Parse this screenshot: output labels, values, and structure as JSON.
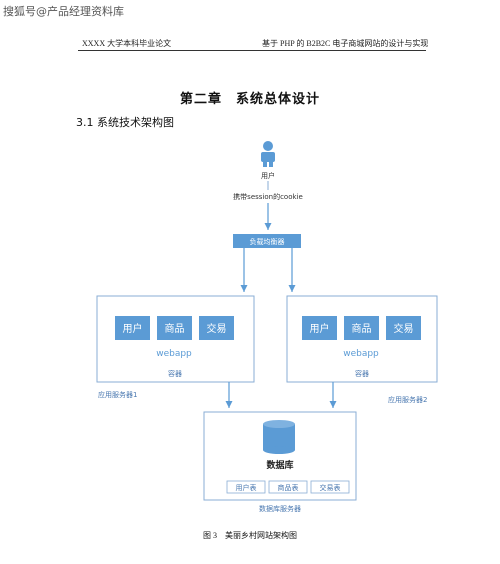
{
  "watermark": "搜狐号@产品经理资料库",
  "header": {
    "left": "XXXX 大学本科毕业论文",
    "right": "基于 PHP 的 B2B2C 电子商城网站的设计与实现"
  },
  "chapter_title": "第二章　系统总体设计",
  "section_title": "3.1 系统技术架构图",
  "diagram": {
    "user_label": "用户",
    "session_note": "携带session的cookie",
    "load_balancer": "负载均衡器",
    "app_servers": [
      {
        "modules": [
          "用户",
          "商品",
          "交易"
        ],
        "app_name": "webapp",
        "container_label": "容器",
        "server_label": "应用服务器1"
      },
      {
        "modules": [
          "用户",
          "商品",
          "交易"
        ],
        "app_name": "webapp",
        "container_label": "容器",
        "server_label": "应用服务器2"
      }
    ],
    "database": {
      "label": "数据库",
      "tables": [
        "用户表",
        "商品表",
        "交易表"
      ],
      "server_label": "数据库服务器"
    }
  },
  "colors": {
    "accent": "#5b9bd5",
    "module_fill": "#5b9bd5",
    "line": "#8aaed4",
    "server_label": "#4a78b0"
  },
  "figure_caption": "图 3　美丽乡村网站架构图"
}
